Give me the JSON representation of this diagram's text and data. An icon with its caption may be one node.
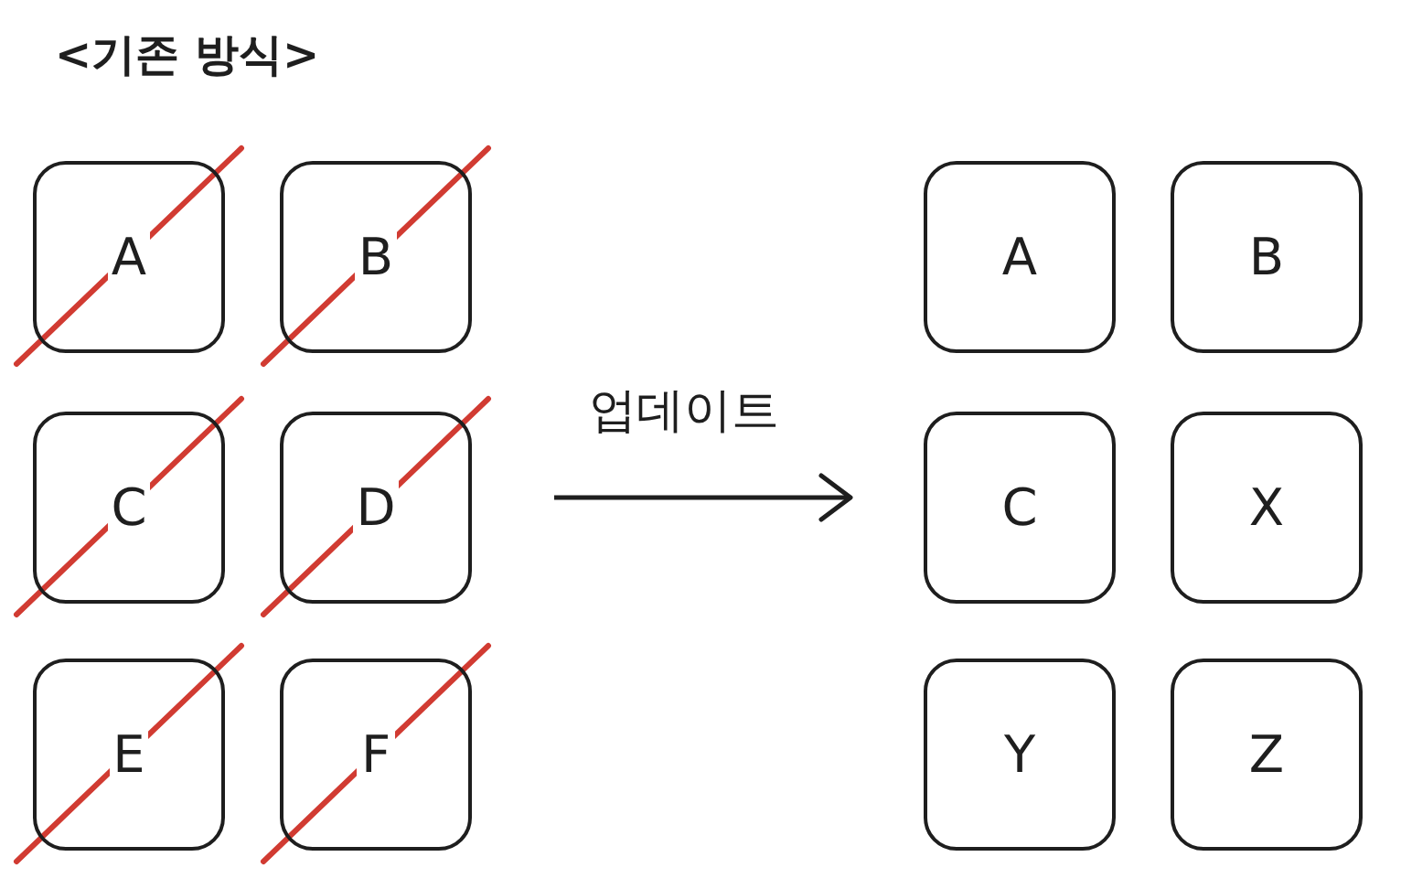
{
  "diagram": {
    "title": "<기존 방식>",
    "nodes": [
      {
        "text": [
          "A"
        ]
      },
      {
        "text": [
          "B"
        ]
      },
      {
        "text": [
          "C"
        ]
      },
      {
        "text": [
          "D"
        ]
      },
      {
        "text": [
          "E"
        ]
      },
      {
        "text": [
          "F"
        ]
      },
      {
        "text": [
          "A"
        ]
      },
      {
        "text": [
          "B"
        ]
      },
      {
        "text": [
          "C"
        ]
      },
      {
        "text": [
          "X"
        ]
      },
      {
        "text": [
          "Y"
        ]
      },
      {
        "text": [
          "Z"
        ]
      }
    ],
    "edges": [
      {
        "from": 3,
        "to": 8,
        "arrow": "to",
        "label": "업데이트"
      }
    ]
  }
}
